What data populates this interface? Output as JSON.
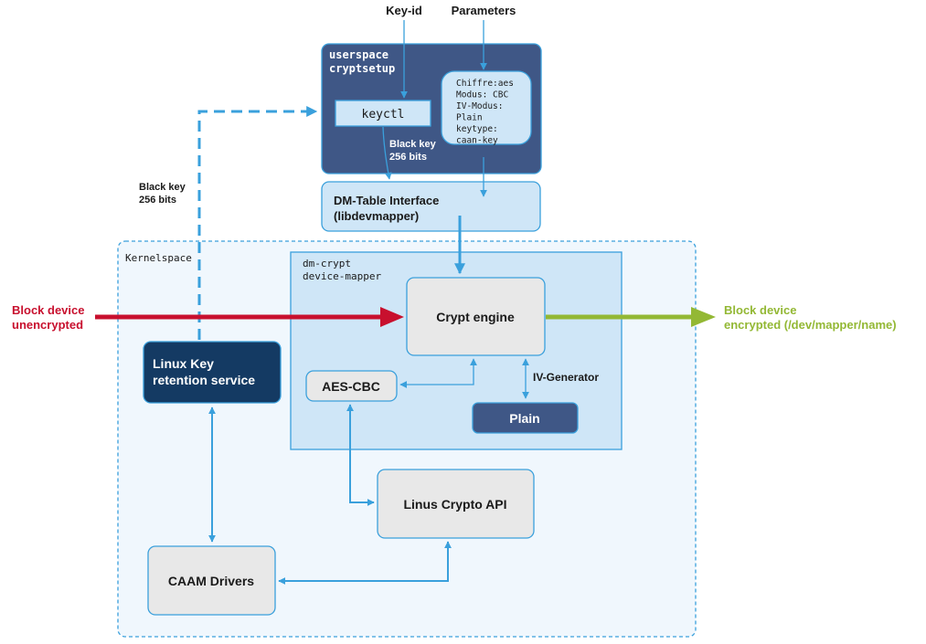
{
  "top_labels": {
    "key_id": "Key-id",
    "parameters": "Parameters"
  },
  "userspace": {
    "title_line1": "userspace",
    "title_line2": "cryptsetup",
    "keyctl": "keyctl",
    "params_lines": [
      "Chiffre:aes",
      "Modus: CBC",
      "IV-Modus:",
      "Plain",
      "keytype:",
      "caan-key"
    ]
  },
  "black_key_inner": {
    "line1": "Black key",
    "line2": "256 bits"
  },
  "black_key_outer": {
    "line1": "Black key",
    "line2": "256 bits"
  },
  "dm_table": {
    "line1": "DM-Table Interface",
    "line2": "(libdevmapper)"
  },
  "kernelspace": {
    "label": "Kernelspace"
  },
  "dm_crypt": {
    "line1": "dm-crypt",
    "line2": "device-mapper"
  },
  "crypt_engine": "Crypt engine",
  "block_in": {
    "line1": "Block device",
    "line2": "unencrypted"
  },
  "block_out": {
    "line1": "Block device",
    "line2": "encrypted (/dev/mapper/name)"
  },
  "linux_key": {
    "line1": "Linux Key",
    "line2": "retention service"
  },
  "aes_cbc": "AES-CBC",
  "iv_generator": "IV-Generator",
  "plain": "Plain",
  "crypto_api": "Linus Crypto API",
  "caam": "CAAM Drivers",
  "colors": {
    "arrow_blue": "#3aa0dc",
    "navy_box": "#3f5786",
    "dark_navy": "#143a63",
    "light_blue_box": "#cfe6f7",
    "kernel_bg": "#f0f7fd",
    "grey_box": "#e8e8e8",
    "red_arrow": "#c8102e",
    "green_arrow": "#93b834"
  }
}
